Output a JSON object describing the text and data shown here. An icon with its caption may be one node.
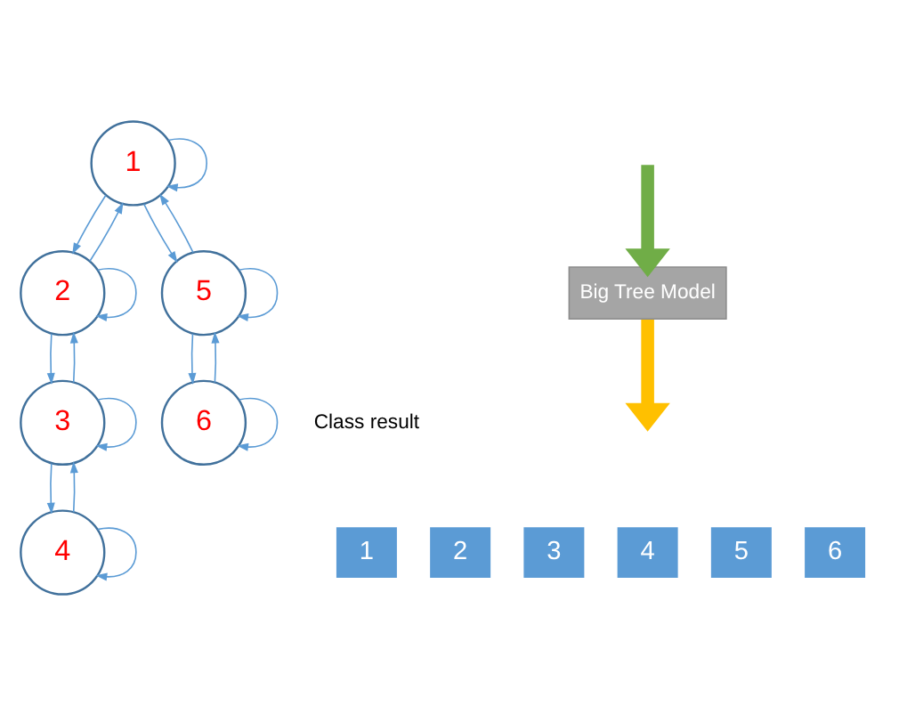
{
  "diagram": {
    "nodes": [
      {
        "text": [
          "1"
        ]
      },
      {
        "text": [
          "2"
        ]
      },
      {
        "text": [
          "3"
        ]
      },
      {
        "text": [
          "4"
        ]
      },
      {
        "text": [
          "5"
        ]
      },
      {
        "text": [
          "6"
        ]
      },
      {
        "text": [
          "Big Tree Model"
        ]
      },
      {
        "text": [
          "1"
        ]
      },
      {
        "text": [
          "2"
        ]
      },
      {
        "text": [
          "3"
        ]
      },
      {
        "text": [
          "4"
        ]
      },
      {
        "text": [
          "5"
        ]
      },
      {
        "text": [
          "6"
        ]
      }
    ],
    "edges": [
      {
        "from": 0,
        "to": 0,
        "arrow": "to"
      },
      {
        "from": 0,
        "to": 1,
        "arrow": "to"
      },
      {
        "from": 1,
        "to": 0,
        "arrow": "to"
      },
      {
        "from": 1,
        "to": 1,
        "arrow": "to"
      },
      {
        "from": 1,
        "to": 2,
        "arrow": "to"
      },
      {
        "from": 2,
        "to": 1,
        "arrow": "to"
      },
      {
        "from": 2,
        "to": 2,
        "arrow": "to"
      },
      {
        "from": 2,
        "to": 3,
        "arrow": "to"
      },
      {
        "from": 3,
        "to": 2,
        "arrow": "to"
      },
      {
        "from": 3,
        "to": 3,
        "arrow": "to"
      },
      {
        "from": 0,
        "to": 4,
        "arrow": "to"
      },
      {
        "from": 4,
        "to": 0,
        "arrow": "to"
      },
      {
        "from": 4,
        "to": 4,
        "arrow": "to"
      },
      {
        "from": 4,
        "to": 5,
        "arrow": "to"
      },
      {
        "from": 5,
        "to": 4,
        "arrow": "to"
      },
      {
        "from": 5,
        "to": 5,
        "arrow": "to"
      },
      {
        "from": null,
        "to": 6,
        "arrow": "to",
        "style": "thick",
        "color": "#70ad47"
      },
      {
        "from": 6,
        "to": null,
        "arrow": "to",
        "style": "thick",
        "color": "#ffc000"
      }
    ],
    "labels": [
      "Class result"
    ]
  }
}
